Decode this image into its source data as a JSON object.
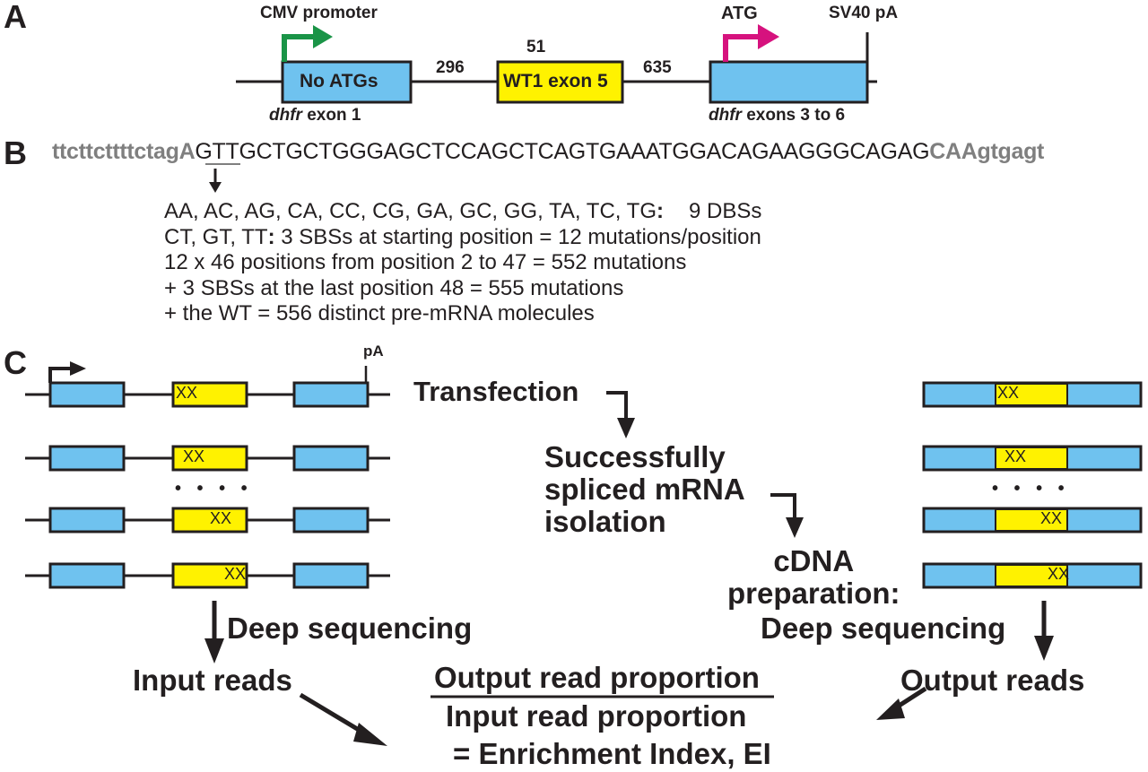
{
  "colors": {
    "exon_blue": "#6fc2ef",
    "exon_yellow": "#fff200",
    "promoter_green": "#1a9447",
    "atg_magenta": "#d6127e",
    "line": "#231f20",
    "flank_gray": "#7f7f7f"
  },
  "panel_a": {
    "label": "A",
    "promoter": "CMV promoter",
    "atg": "ATG",
    "polya": "SV40 pA",
    "exon1_text": "No ATGs",
    "exon1_prefix": "dhfr",
    "exon1_suffix": " exon 1",
    "intron1_len": "296",
    "wt1_len": "51",
    "wt1_text": "WT1 exon 5",
    "intron2_len": "635",
    "exon3_prefix": "dhfr",
    "exon3_suffix": " exons 3 to 6"
  },
  "panel_b": {
    "label": "B",
    "seq_left_flank": "ttcttcttttctag",
    "seq_left_exon_end": "A",
    "seq_underlined": "GT",
    "seq_main": "TGCTGCTGGGAGCTCCAGCTCAGTGAAATGGACAGAAGGGCAGAG",
    "seq_right_exon_start": "CAA",
    "seq_right_flank": "gtgagt",
    "lines": [
      {
        "text": "AA, AC, AG, CA, CC, CG, GA, GC, GG, TA, TC, TG",
        "sep": ":",
        "tail": "9 DBSs"
      },
      {
        "text": "CT, GT, TT",
        "sep": ":",
        "tail": " 3 SBSs at starting position = 12 mutations/position"
      },
      {
        "text": "12 x 46 positions from position 2 to 47 = 552 mutations"
      },
      {
        "text": "+ 3 SBSs at the last position 48 = 555 mutations"
      },
      {
        "text": "+ the WT = 556 distinct pre-mRNA molecules"
      }
    ]
  },
  "panel_c": {
    "label": "C",
    "polya": "pA",
    "mutation_mark": "XX",
    "ellipsis": "• • • •",
    "steps": {
      "transfection": "Transfection",
      "isolation": [
        "Successfully",
        "spliced mRNA",
        "isolation"
      ],
      "cdna": [
        "cDNA",
        "preparation:"
      ],
      "deep_seq_right": "Deep sequencing",
      "deep_seq_left": "Deep sequencing",
      "input_reads": "Input reads",
      "output_reads": "Output reads"
    },
    "formula": {
      "numerator": "Output read proportion",
      "denominator": "Input read proportion",
      "result": "= Enrichment Index, EI"
    }
  }
}
